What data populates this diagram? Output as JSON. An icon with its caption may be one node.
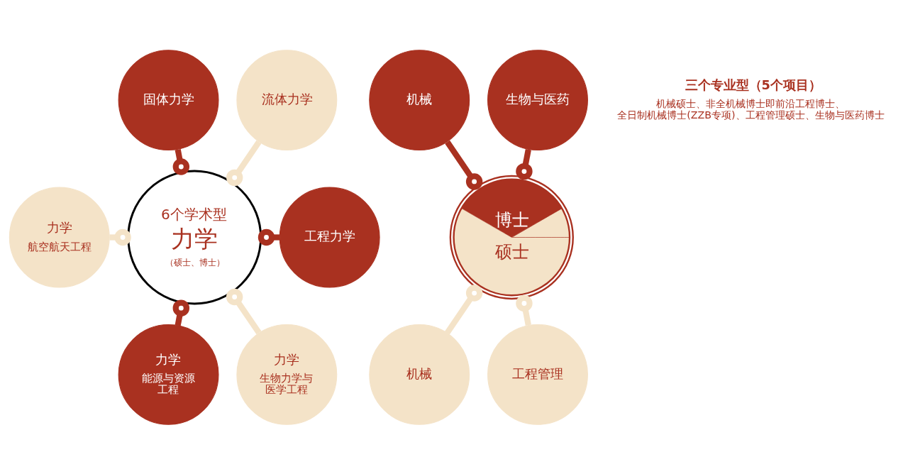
{
  "diagram": {
    "nodes": [
      {
        "text": [
          "固体力学"
        ]
      },
      {
        "text": [
          "流体力学"
        ]
      },
      {
        "text": [
          "机械"
        ]
      },
      {
        "text": [
          "生物与医药"
        ]
      },
      {
        "text": [
          "力学",
          "航空航天工程"
        ]
      },
      {
        "text": [
          "6个学术型",
          "力学",
          "（硕士、博士）"
        ]
      },
      {
        "text": [
          "工程力学"
        ]
      },
      {
        "text": [
          "博士",
          "硕士"
        ]
      },
      {
        "text": [
          "力学",
          "能源与资源工程"
        ]
      },
      {
        "text": [
          "力学",
          "生物力学与医学工程"
        ]
      },
      {
        "text": [
          "机械"
        ]
      },
      {
        "text": [
          "工程管理"
        ]
      }
    ],
    "edges": [
      {
        "from": 0,
        "to": 5,
        "arrow": "other",
        "color": "#a93120"
      },
      {
        "from": 1,
        "to": 5,
        "arrow": "other",
        "color": "#f4e3c8"
      },
      {
        "from": 2,
        "to": 7,
        "arrow": "other",
        "color": "#a93120"
      },
      {
        "from": 3,
        "to": 7,
        "arrow": "other",
        "color": "#a93120"
      },
      {
        "from": 4,
        "to": 5,
        "arrow": "other",
        "color": "#f4e3c8"
      },
      {
        "from": 5,
        "to": 6,
        "arrow": "other",
        "color": "#a93120"
      },
      {
        "from": 5,
        "to": 8,
        "arrow": "other",
        "color": "#a93120"
      },
      {
        "from": 5,
        "to": 9,
        "arrow": "other",
        "color": "#f4e3c8"
      },
      {
        "from": 7,
        "to": 10,
        "arrow": "other",
        "color": "#f4e3c8"
      },
      {
        "from": 7,
        "to": 11,
        "arrow": "other",
        "color": "#f4e3c8"
      }
    ],
    "labels": [
      "三个专业型（5个项目）",
      "机械硕士、非全机械博士即前沿工程博士、全日制机械博士(ZZB专项)、工程管理硕士、生物与医药博士"
    ]
  }
}
